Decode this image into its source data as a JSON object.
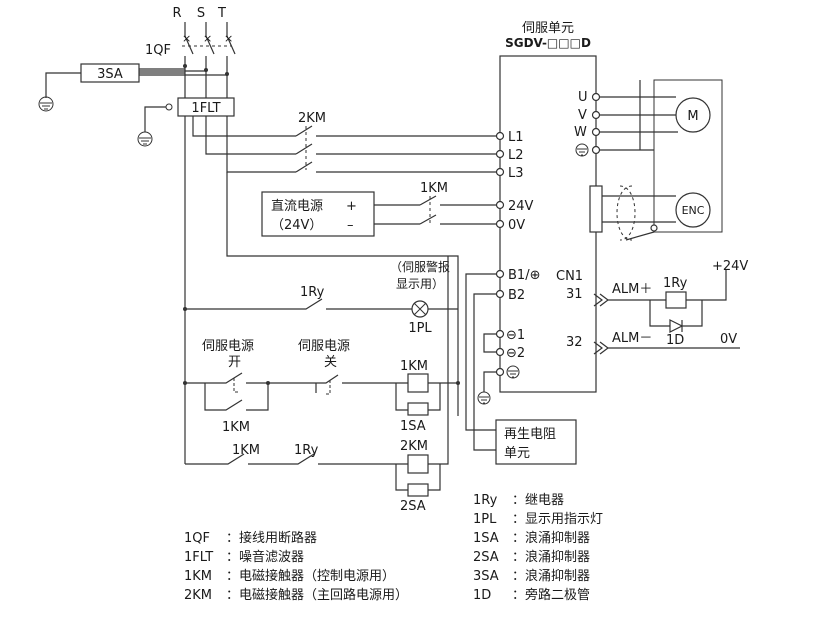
{
  "phases": {
    "r": "R",
    "s": "S",
    "t": "T"
  },
  "breaker": "1QF",
  "sa3": "3SA",
  "filter": "1FLT",
  "km2": "2KM",
  "km1": "1KM",
  "servo": {
    "title": "伺服单元",
    "model": "SGDV-□□□D",
    "terminals": {
      "l1": "L1",
      "l2": "L2",
      "l3": "L3",
      "v24": "24V",
      "v0": "0V",
      "u": "U",
      "v": "V",
      "w": "W",
      "b1": "B1/⊕",
      "b2": "B2",
      "m1": "⊖1",
      "m2": "⊖2"
    },
    "cn1": "CN1",
    "pin31": "31",
    "pin32": "32",
    "alm_plus": "ALM＋",
    "alm_minus": "ALM－"
  },
  "motor": "M",
  "encoder": "ENC",
  "dc_supply": {
    "line1": "直流电源",
    "line2": "（24V）",
    "plus": "+",
    "minus": "–"
  },
  "alarm_lamp": {
    "line1": "（伺服警报",
    "line2": "显示用）",
    "label": "1PL"
  },
  "relay": "1Ry",
  "diode": "1D",
  "plus24": "+24V",
  "zero_v": "0V",
  "servo_on": {
    "line1": "伺服电源",
    "line2": "开"
  },
  "servo_off": {
    "line1": "伺服电源",
    "line2": "关"
  },
  "sa1": "1SA",
  "sa2": "2SA",
  "regen": {
    "line1": "再生电阻",
    "line2": "单元"
  },
  "legend_left": [
    {
      "code": "1QF",
      "desc": "：接线用断路器"
    },
    {
      "code": "1FLT",
      "desc": "：噪音滤波器"
    },
    {
      "code": "1KM",
      "desc": "：电磁接触器（控制电源用）"
    },
    {
      "code": "2KM",
      "desc": "：电磁接触器（主回路电源用）"
    }
  ],
  "legend_right": [
    {
      "code": "1Ry",
      "desc": "：继电器"
    },
    {
      "code": "1PL",
      "desc": "：显示用指示灯"
    },
    {
      "code": "1SA",
      "desc": "：浪涌抑制器"
    },
    {
      "code": "2SA",
      "desc": "：浪涌抑制器"
    },
    {
      "code": "3SA",
      "desc": "：浪涌抑制器"
    },
    {
      "code": "1D",
      "desc": "：旁路二极管"
    }
  ]
}
